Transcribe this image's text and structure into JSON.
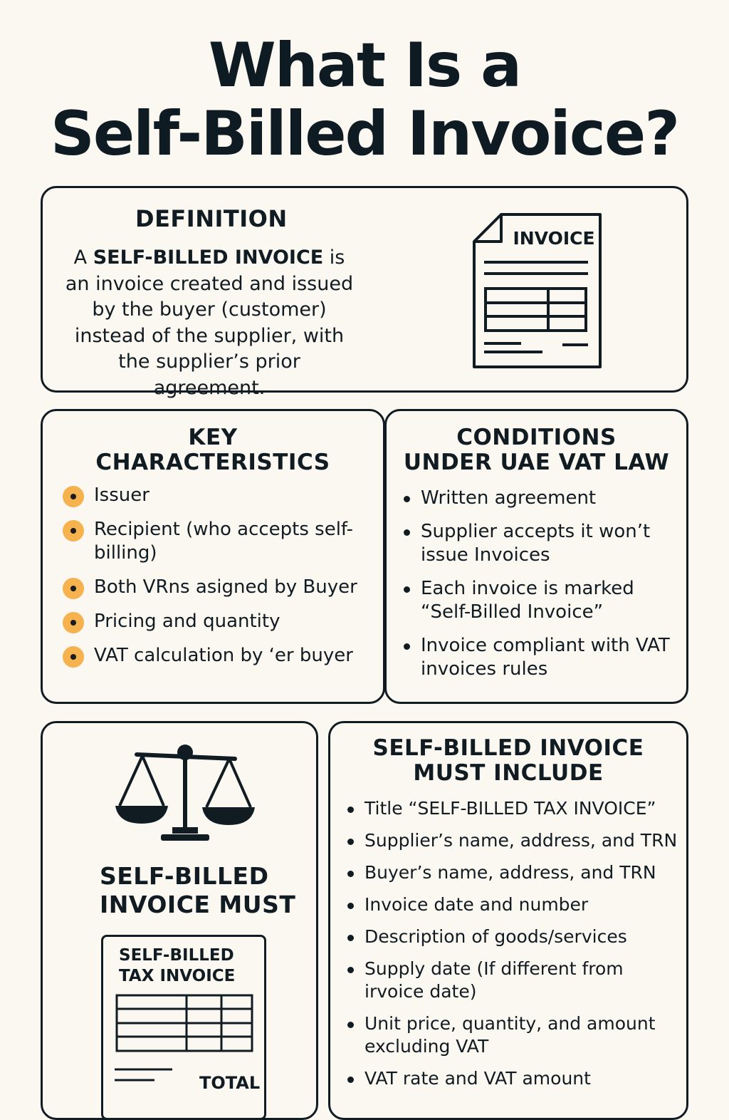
{
  "title": {
    "line1": "What Is a",
    "line2": "Self-Billed Invoice?"
  },
  "definition": {
    "heading": "DEFINITION",
    "text_prefix": "A ",
    "text_bold": "SELF-BILLED INVOICE",
    "text_suffix": " is an invoice created and issued by the buyer (customer) instead of the supplier, with the supplier’s prior agreement.",
    "icon": "invoice-document-icon",
    "icon_label": "INVOICE"
  },
  "key_characteristics": {
    "heading_line1": "KEY",
    "heading_line2": "CHARACTERISTICS",
    "bullet_color": "#f5b24e",
    "items": [
      "Issuer",
      "Recipient (who accepts self-billing)",
      "Both VRns asigned by Buyer",
      "Pricing and quantity",
      "VAT calculation by ‘er buyer"
    ]
  },
  "conditions": {
    "heading_line1": "CONDITIONS",
    "heading_line2": "UNDER UAE VAT LAW",
    "items": [
      "Written agreement",
      "Supplier accepts it won’t issue Invoices",
      "Each invoice is marked “Self-Billed Invoice”",
      "Invoice compliant  with VAT invoices rules"
    ]
  },
  "must": {
    "icon": "balance-scale-icon",
    "heading_line1": "SELF-BILLED",
    "heading_line2": "INVOICE MUST",
    "mini_invoice": {
      "title_line1": "SELF-BILLED",
      "title_line2": "TAX INVOICE",
      "total_label": "TOTAL"
    }
  },
  "must_include": {
    "heading_line1": "SELF-BILLED INVOICE",
    "heading_line2": "MUST INCLUDE",
    "items": [
      "Title “SELF-BILLED TAX INVOICE”",
      "Supplier’s name, address, and TRN",
      "Buyer’s name, address, and TRN",
      "Invoice date and number",
      "Description of goods/services",
      "Supply date (If different from irvoice date)",
      "Unit price, quantity, and amount excluding VAT",
      "VAT rate and VAT amount"
    ]
  }
}
